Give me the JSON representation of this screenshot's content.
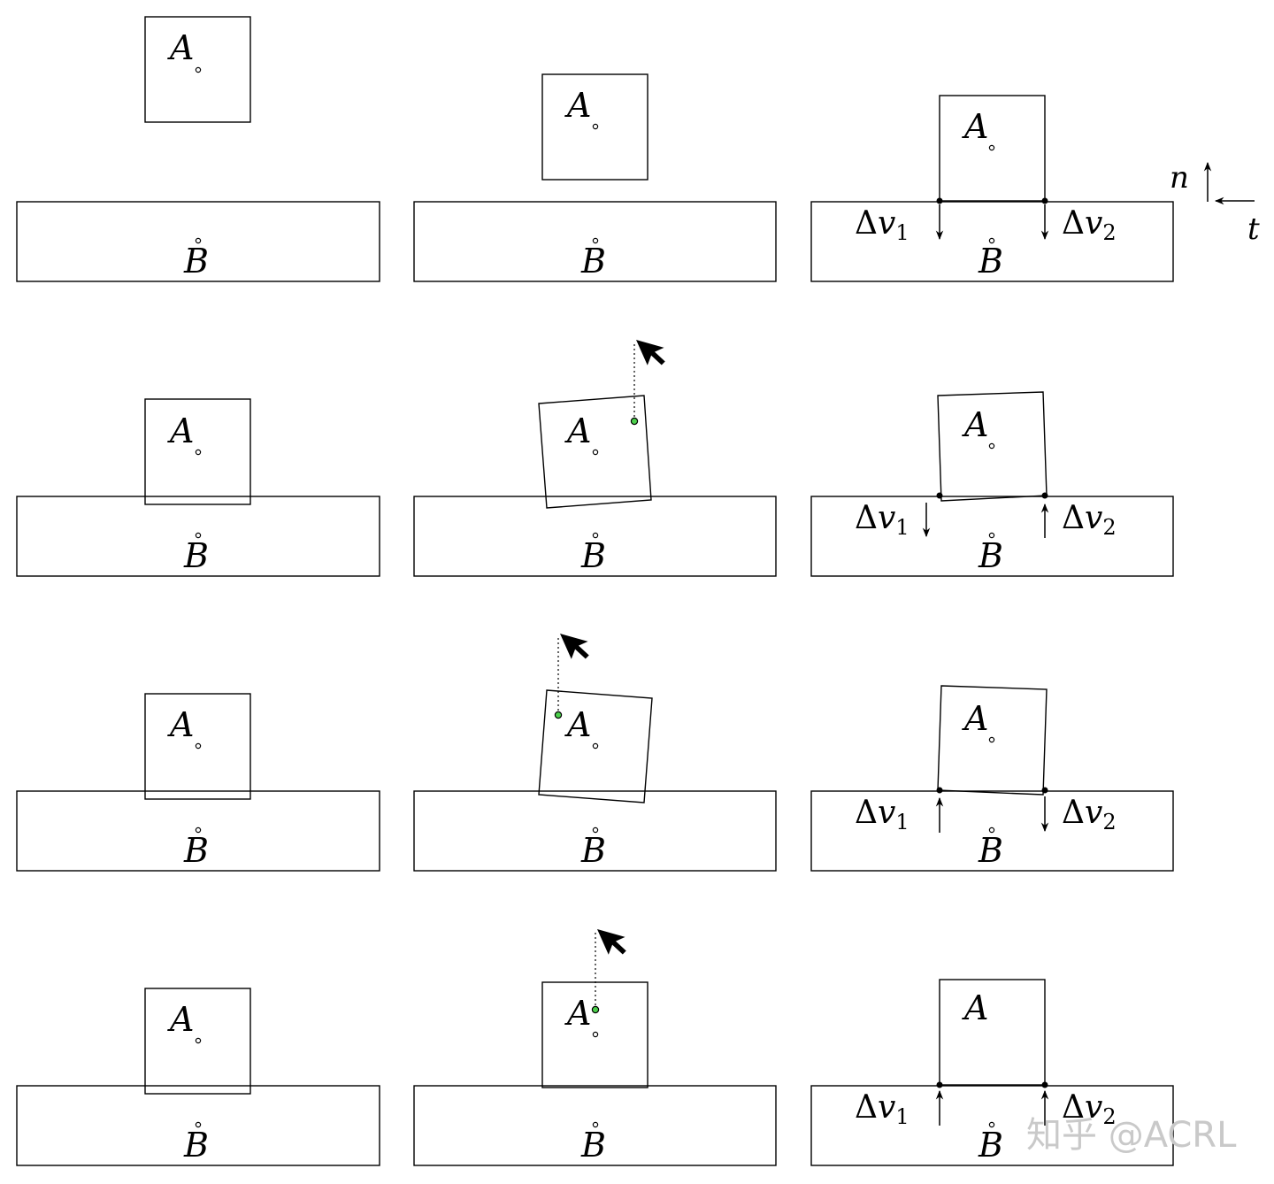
{
  "labels": {
    "body_a": "A",
    "body_b": "B",
    "delta": "Δ",
    "v": "v",
    "sub1": "1",
    "sub2": "2",
    "normal_axis": "n",
    "tangent_axis": "t"
  },
  "watermark": "知乎 @ACRL",
  "colors": {
    "grab_point": "#4cd04c",
    "stroke": "#000000",
    "watermark": "#c9c9c9"
  },
  "icons": {
    "cursor": "mouse-pointer-icon"
  },
  "panels": [
    {
      "row": 1,
      "col": 1,
      "a_rotation_deg": 0,
      "contact": false
    },
    {
      "row": 1,
      "col": 2,
      "a_rotation_deg": 0,
      "contact": false
    },
    {
      "row": 1,
      "col": 3,
      "a_rotation_deg": 0,
      "contact": true,
      "dv1": "down",
      "dv2": "down"
    },
    {
      "row": 2,
      "col": 1,
      "a_rotation_deg": 0,
      "contact": true
    },
    {
      "row": 2,
      "col": 2,
      "a_rotation_deg": -3.5,
      "contact": true,
      "drag": true
    },
    {
      "row": 2,
      "col": 3,
      "a_rotation_deg": -2.5,
      "contact": true,
      "dv1": "down",
      "dv2": "up"
    },
    {
      "row": 3,
      "col": 1,
      "a_rotation_deg": 0,
      "contact": true
    },
    {
      "row": 3,
      "col": 2,
      "a_rotation_deg": 3.5,
      "contact": true,
      "drag": true
    },
    {
      "row": 3,
      "col": 3,
      "a_rotation_deg": 2.5,
      "contact": true,
      "dv1": "up",
      "dv2": "down"
    },
    {
      "row": 4,
      "col": 1,
      "a_rotation_deg": 0,
      "contact": true
    },
    {
      "row": 4,
      "col": 2,
      "a_rotation_deg": 0,
      "contact": true,
      "drag": true
    },
    {
      "row": 4,
      "col": 3,
      "a_rotation_deg": 0,
      "contact": true,
      "dv1": "up",
      "dv2": "up"
    }
  ]
}
